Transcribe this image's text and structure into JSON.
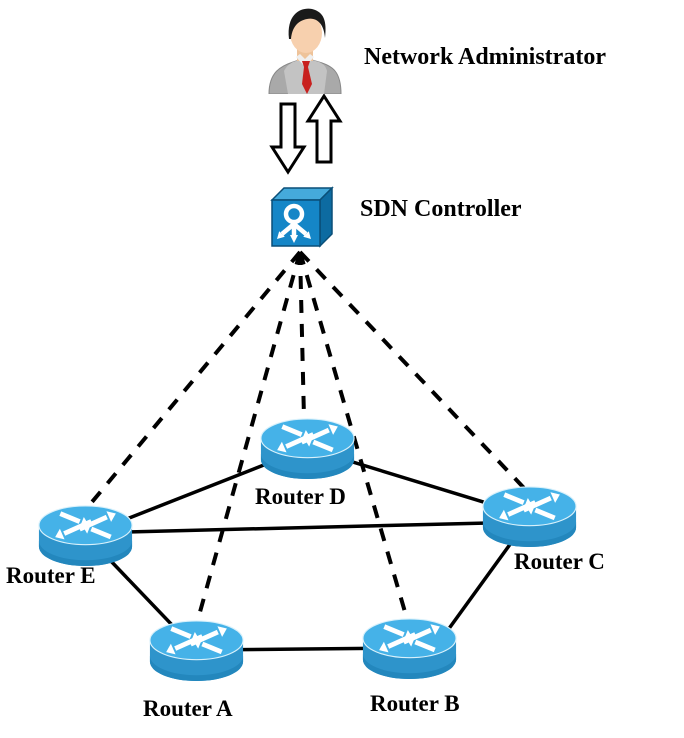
{
  "nodes": {
    "admin": {
      "label": "Network Administrator",
      "icon": "person-icon"
    },
    "controller": {
      "label": "SDN Controller",
      "icon": "controller-cube-icon"
    },
    "router_d": {
      "label": "Router D",
      "icon": "router-icon"
    },
    "router_e": {
      "label": "Router E",
      "icon": "router-icon"
    },
    "router_c": {
      "label": "Router C",
      "icon": "router-icon"
    },
    "router_a": {
      "label": "Router A",
      "icon": "router-icon"
    },
    "router_b": {
      "label": "Router B",
      "icon": "router-icon"
    }
  },
  "links": {
    "control_plane": {
      "style": "dashed",
      "from": "controller",
      "to": [
        "router_e",
        "router_a",
        "router_d",
        "router_b",
        "router_c"
      ]
    },
    "data_plane": {
      "style": "solid",
      "pairs": [
        [
          "router_e",
          "router_d"
        ],
        [
          "router_d",
          "router_c"
        ],
        [
          "router_e",
          "router_c"
        ],
        [
          "router_e",
          "router_a"
        ],
        [
          "router_a",
          "router_b"
        ],
        [
          "router_b",
          "router_c"
        ]
      ]
    },
    "admin_controller": {
      "style": "hollow-block-arrows",
      "directions": [
        "down",
        "up"
      ]
    }
  },
  "colors": {
    "router_top": "#45b2e8",
    "router_body": "#2e94cb",
    "controller_front": "#1586c7",
    "controller_top": "#45aadb",
    "controller_side": "#0d6ba1",
    "admin_tie": "#c8201e",
    "line": "#000000",
    "background": "#ffffff"
  }
}
